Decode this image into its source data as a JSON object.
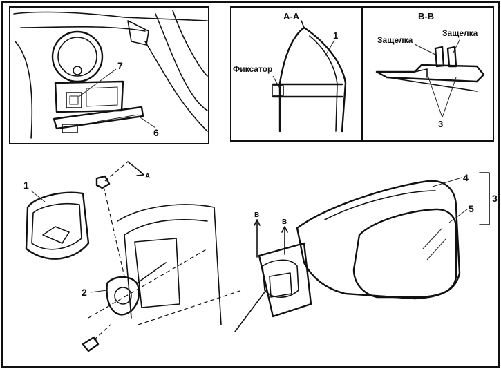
{
  "panels": {
    "top_left": {
      "callouts": [
        "7",
        "6"
      ]
    },
    "section_aa": {
      "title": "A-A",
      "labels": {
        "retainer": "Фиксатор",
        "part": "1"
      }
    },
    "section_bb": {
      "title": "B-B",
      "labels": {
        "latch_left": "Защелка",
        "latch_right": "Защелка",
        "part": "3"
      }
    },
    "main": {
      "callouts": {
        "cover": "1",
        "connector": "2",
        "assembly": "3",
        "housing": "4",
        "glass": "5"
      },
      "arrows": {
        "a": "A",
        "b1": "B",
        "b2": "B"
      }
    }
  }
}
